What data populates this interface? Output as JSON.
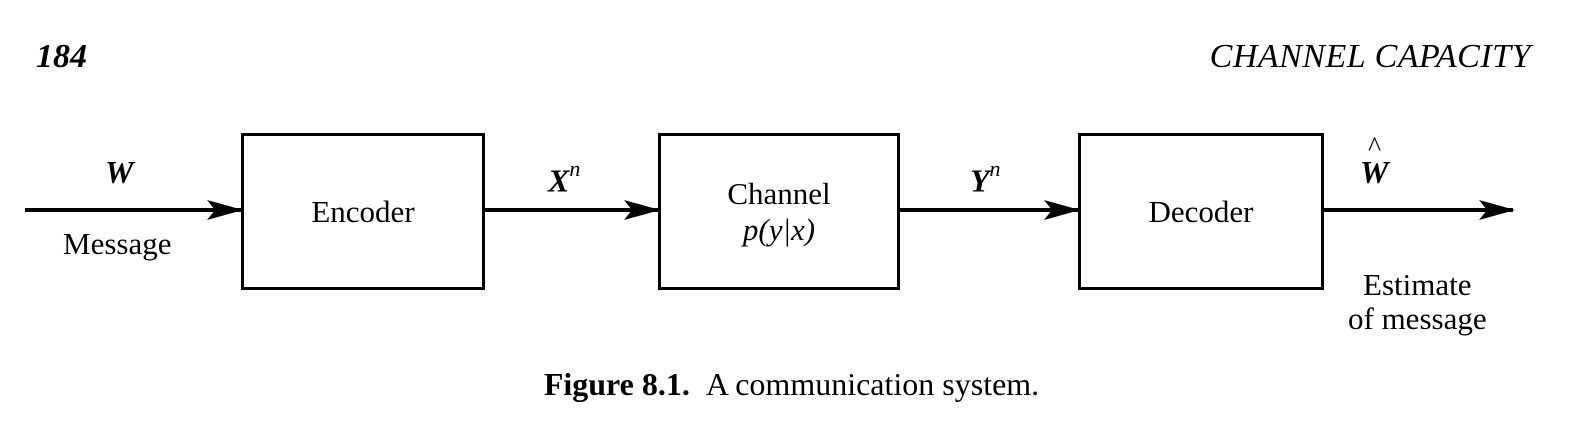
{
  "header": {
    "page_number": "184",
    "running_head": "CHANNEL CAPACITY"
  },
  "diagram": {
    "blocks": [
      {
        "id": "encoder",
        "label": "Encoder"
      },
      {
        "id": "channel",
        "label": "Channel",
        "sublabel": "p(y|x)"
      },
      {
        "id": "decoder",
        "label": "Decoder"
      }
    ],
    "signals": {
      "input": {
        "symbol": "W",
        "description": "Message"
      },
      "encoded": {
        "symbol": "X",
        "superscript": "n"
      },
      "received": {
        "symbol": "Y",
        "superscript": "n"
      },
      "output": {
        "symbol": "W",
        "accent": "^",
        "description_line1": "Estimate",
        "description_line2": "of message"
      }
    }
  },
  "caption": {
    "label": "Figure 8.1.",
    "text": "A communication system."
  }
}
